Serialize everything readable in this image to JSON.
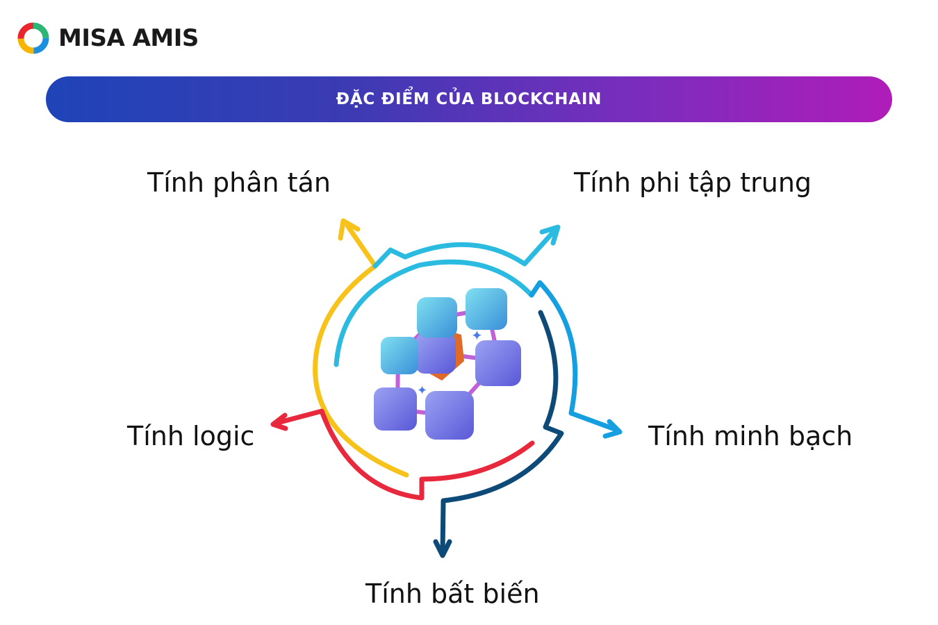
{
  "brand": {
    "name": "MISA AMIS",
    "logo_colors": [
      "#2bb673",
      "#1d8fe1",
      "#f7b500",
      "#e8262d"
    ]
  },
  "banner": {
    "title": "ĐẶC ĐIỂM CỦA BLOCKCHAIN",
    "gradient_start": "#1f44b8",
    "gradient_end": "#b01cba"
  },
  "characteristics": [
    {
      "id": "distributed",
      "label": "Tính phân tán",
      "color": "#f7c21a"
    },
    {
      "id": "decentralized",
      "label": "Tính phi tập trung",
      "color": "#2bbbe0"
    },
    {
      "id": "transparent",
      "label": "Tính minh bạch",
      "color": "#169fe0"
    },
    {
      "id": "immutable",
      "label": "Tính bất biến",
      "color": "#0e4a78"
    },
    {
      "id": "logic",
      "label": "Tính logic",
      "color": "#e8283c"
    }
  ],
  "center_icon": "blockchain-cubes-icon"
}
